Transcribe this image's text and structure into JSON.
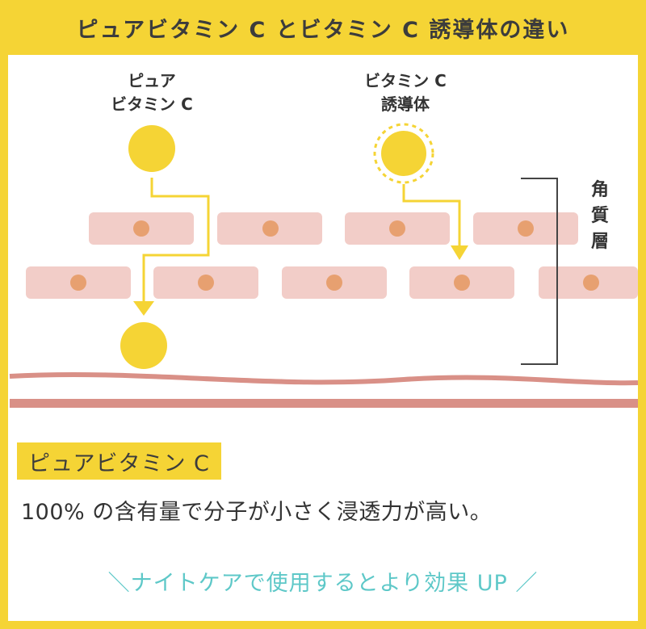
{
  "header": {
    "title": "ピュアビタミン C とビタミン C 誘導体の違い"
  },
  "diagram": {
    "pure_label_line1": "ピュア",
    "pure_label_line2": "ビタミン C",
    "derivative_label_line1": "ビタミン C",
    "derivative_label_line2": "誘導体",
    "stratum_label": [
      "角",
      "質",
      "層"
    ]
  },
  "caption": {
    "badge": "ピュアビタミン C",
    "description": "100% の含有量で分子が小さく浸透力が高い。",
    "promo": "＼ナイトケアで使用するとより効果 UP ／"
  },
  "colors": {
    "brand_yellow": "#f5d435",
    "cell_pink": "#f2cdc8",
    "nucleus_orange": "#e7a070",
    "skin_line": "#d99087",
    "promo_teal": "#5ec8c8"
  }
}
